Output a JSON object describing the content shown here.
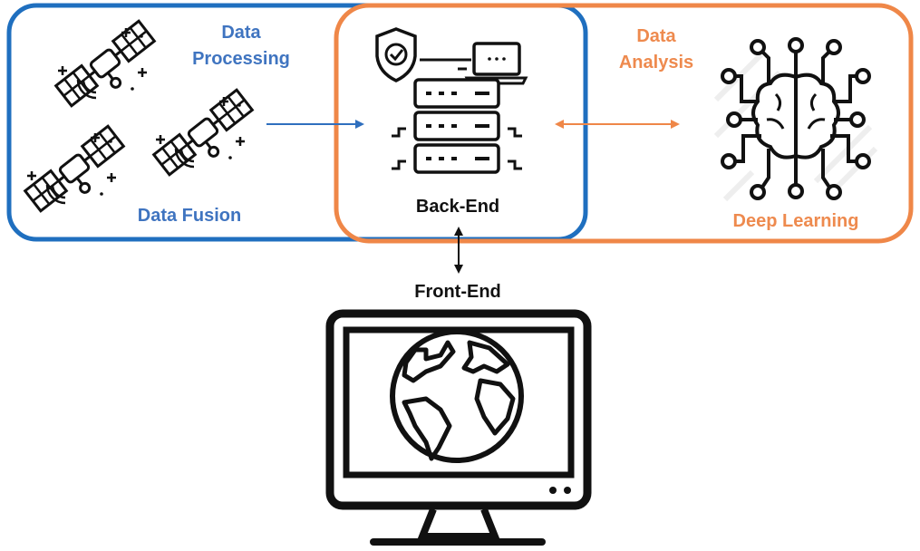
{
  "labels": {
    "data_processing": "Data\nProcessing",
    "data_fusion": "Data Fusion",
    "back_end": "Back-End",
    "data_analysis": "Data\nAnalysis",
    "deep_learning": "Deep Learning",
    "front_end": "Front-End"
  },
  "colors": {
    "blue": "#1f6fbf",
    "orange": "#ef8748",
    "blue_text": "#3f74c0",
    "orange_text": "#ee8a4e",
    "ink": "#111111"
  },
  "icons": [
    "satellite-icon",
    "server-icon",
    "shield-check-icon",
    "laptop-icon",
    "ai-brain-icon",
    "monitor-globe-icon"
  ]
}
